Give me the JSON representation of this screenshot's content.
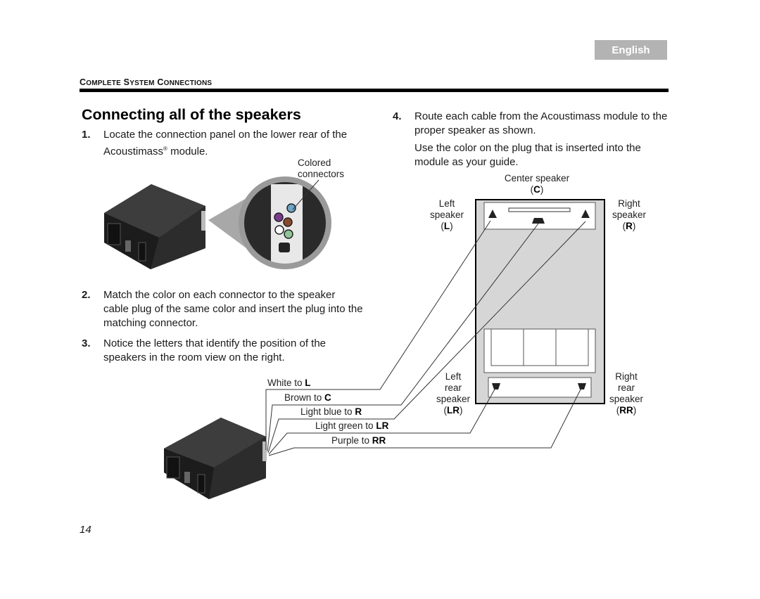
{
  "language_tab": "English",
  "section_header": {
    "first_initial": "C",
    "first_rest": "OMPLETE",
    "second_initial": "S",
    "second_rest": "YSTEM",
    "third_initial": "C",
    "third_rest": "ONNECTIONS"
  },
  "page_title": "Connecting all of the speakers",
  "steps": [
    {
      "number": "1.",
      "text_before": "Locate the connection panel on the lower rear of the Acoustimass",
      "registered": "®",
      "text_after": " module."
    },
    {
      "number": "2.",
      "text": "Match the color on each connector to the speaker cable plug of the same color and insert the plug into the matching connector."
    },
    {
      "number": "3.",
      "text": "Notice the letters that identify the position of the speakers in the room view on the right."
    },
    {
      "number": "4.",
      "text": "Route each cable from the Acoustimass module to the proper speaker as shown.",
      "note": "Use the color on the plug that is inserted into the module as your guide."
    }
  ],
  "callout": {
    "line1": "Colored",
    "line2": "connectors"
  },
  "wires": [
    {
      "prefix": "White to ",
      "code": "L"
    },
    {
      "prefix": "Brown to ",
      "code": "C"
    },
    {
      "prefix": "Light blue to ",
      "code": "R"
    },
    {
      "prefix": "Light green to ",
      "code": "LR"
    },
    {
      "prefix": "Purple to ",
      "code": "RR"
    }
  ],
  "speakers": {
    "center": {
      "name": "Center speaker",
      "code": "C"
    },
    "left": {
      "line1": "Left",
      "line2": "speaker",
      "code": "L"
    },
    "right": {
      "line1": "Right",
      "line2": "speaker",
      "code": "R"
    },
    "left_rear": {
      "line1": "Left",
      "line2": "rear",
      "line3": "speaker",
      "code": "LR"
    },
    "right_rear": {
      "line1": "Right",
      "line2": "rear",
      "line3": "speaker",
      "code": "RR"
    }
  },
  "page_number": "14",
  "colors": {
    "tab_bg": "#b3b3b3",
    "room_bg": "#d6d6d6",
    "module_dark": "#2a2a2a",
    "purple": "#7a3b8f",
    "brown": "#8a4a2a",
    "light_blue": "#6aa6c9",
    "light_green": "#8fc49a"
  }
}
